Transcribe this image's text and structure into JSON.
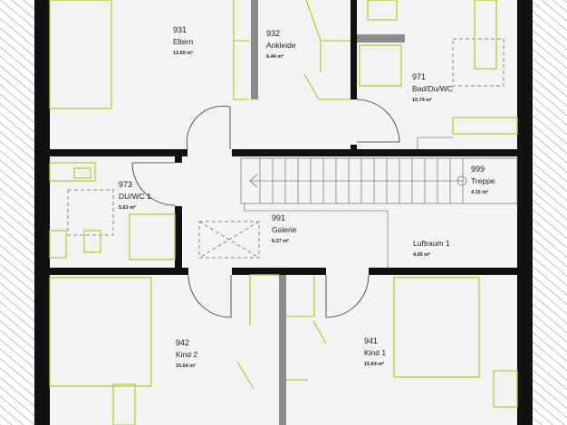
{
  "rooms": [
    {
      "number": "931",
      "name": "Eltern",
      "area": "13.60 m²"
    },
    {
      "number": "932",
      "name": "Ankleide",
      "area": "6.44 m²"
    },
    {
      "number": "971",
      "name": "Bad/Du/WC",
      "area": "10.74 m²"
    },
    {
      "number": "973",
      "name": "DU/WC 1",
      "area": "5.63 m²"
    },
    {
      "number": "999",
      "name": "Treppe",
      "area": "4.15 m²"
    },
    {
      "number": "991",
      "name": "Galerie",
      "area": "6.27 m²"
    },
    {
      "number": "",
      "name": "Luftraum 1",
      "area": "4.65 m²"
    },
    {
      "number": "942",
      "name": "Kind 2",
      "area": "15.64 m²"
    },
    {
      "number": "941",
      "name": "Kind 1",
      "area": "15.64 m²"
    }
  ],
  "colors": {
    "furniture": "#b5d334",
    "wall": "#111111",
    "background": "#f3f3f3"
  }
}
